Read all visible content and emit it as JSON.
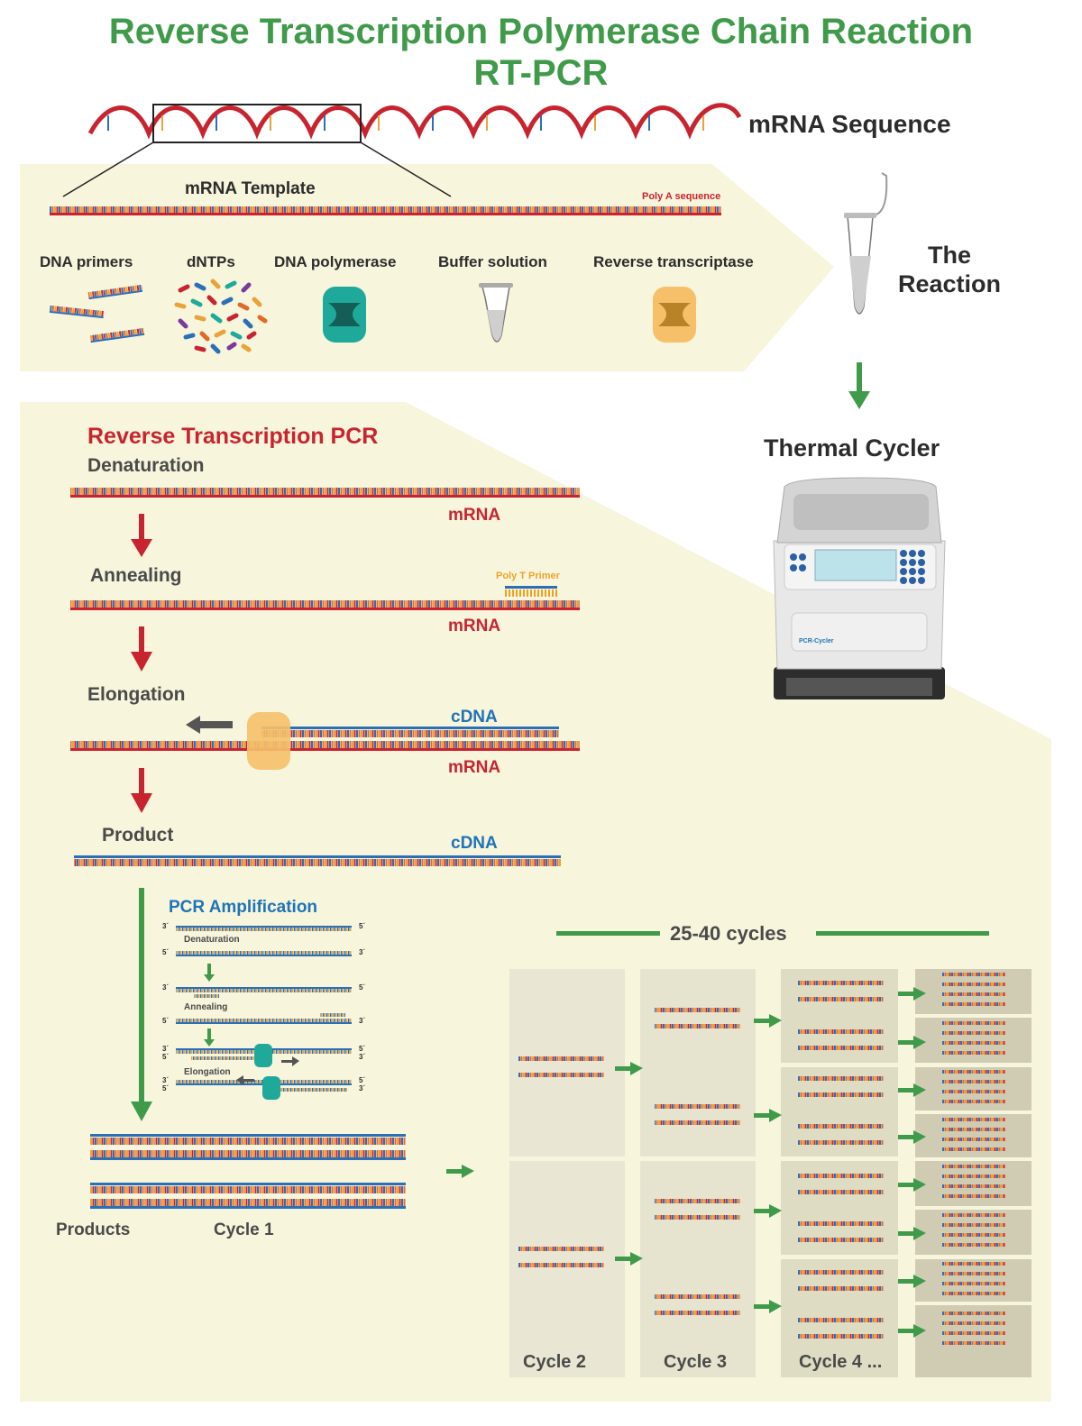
{
  "title": {
    "line1": "Reverse Transcription Polymerase Chain Reaction",
    "line2": "RT-PCR"
  },
  "top": {
    "mrna_sequence": "mRNA Sequence",
    "mrna_template": "mRNA Template",
    "poly_a": "Poly A sequence",
    "reagents": [
      "DNA primers",
      "dNTPs",
      "DNA polymerase",
      "Buffer solution",
      "Reverse transcriptase"
    ],
    "reaction_line1": "The",
    "reaction_line2": "Reaction"
  },
  "thermal_cycler": {
    "title": "Thermal Cycler",
    "brand": "PCR-Cycler"
  },
  "rt_pcr": {
    "heading": "Reverse Transcription PCR",
    "steps": {
      "denaturation": "Denaturation",
      "annealing": "Annealing",
      "elongation": "Elongation",
      "product": "Product"
    },
    "mrna": "mRNA",
    "cdna": "cDNA",
    "poly_t_primer": "Poly T Primer"
  },
  "amplification": {
    "heading": "PCR Amplification",
    "denaturation": "Denaturation",
    "annealing": "Annealing",
    "elongation": "Elongation",
    "three_prime": "3´",
    "five_prime": "5´"
  },
  "bottom": {
    "products": "Products",
    "cycle1": "Cycle 1",
    "cycles": "25-40 cycles",
    "cycle2": "Cycle 2",
    "cycle3": "Cycle 3",
    "cycle4": "Cycle 4 ..."
  },
  "colors": {
    "green": "#3f9a4a",
    "red": "#c8242f",
    "blue": "#1f73b7",
    "orange": "#eea42a",
    "panel": "#f7f5dc",
    "teal": "#1fa99a"
  }
}
